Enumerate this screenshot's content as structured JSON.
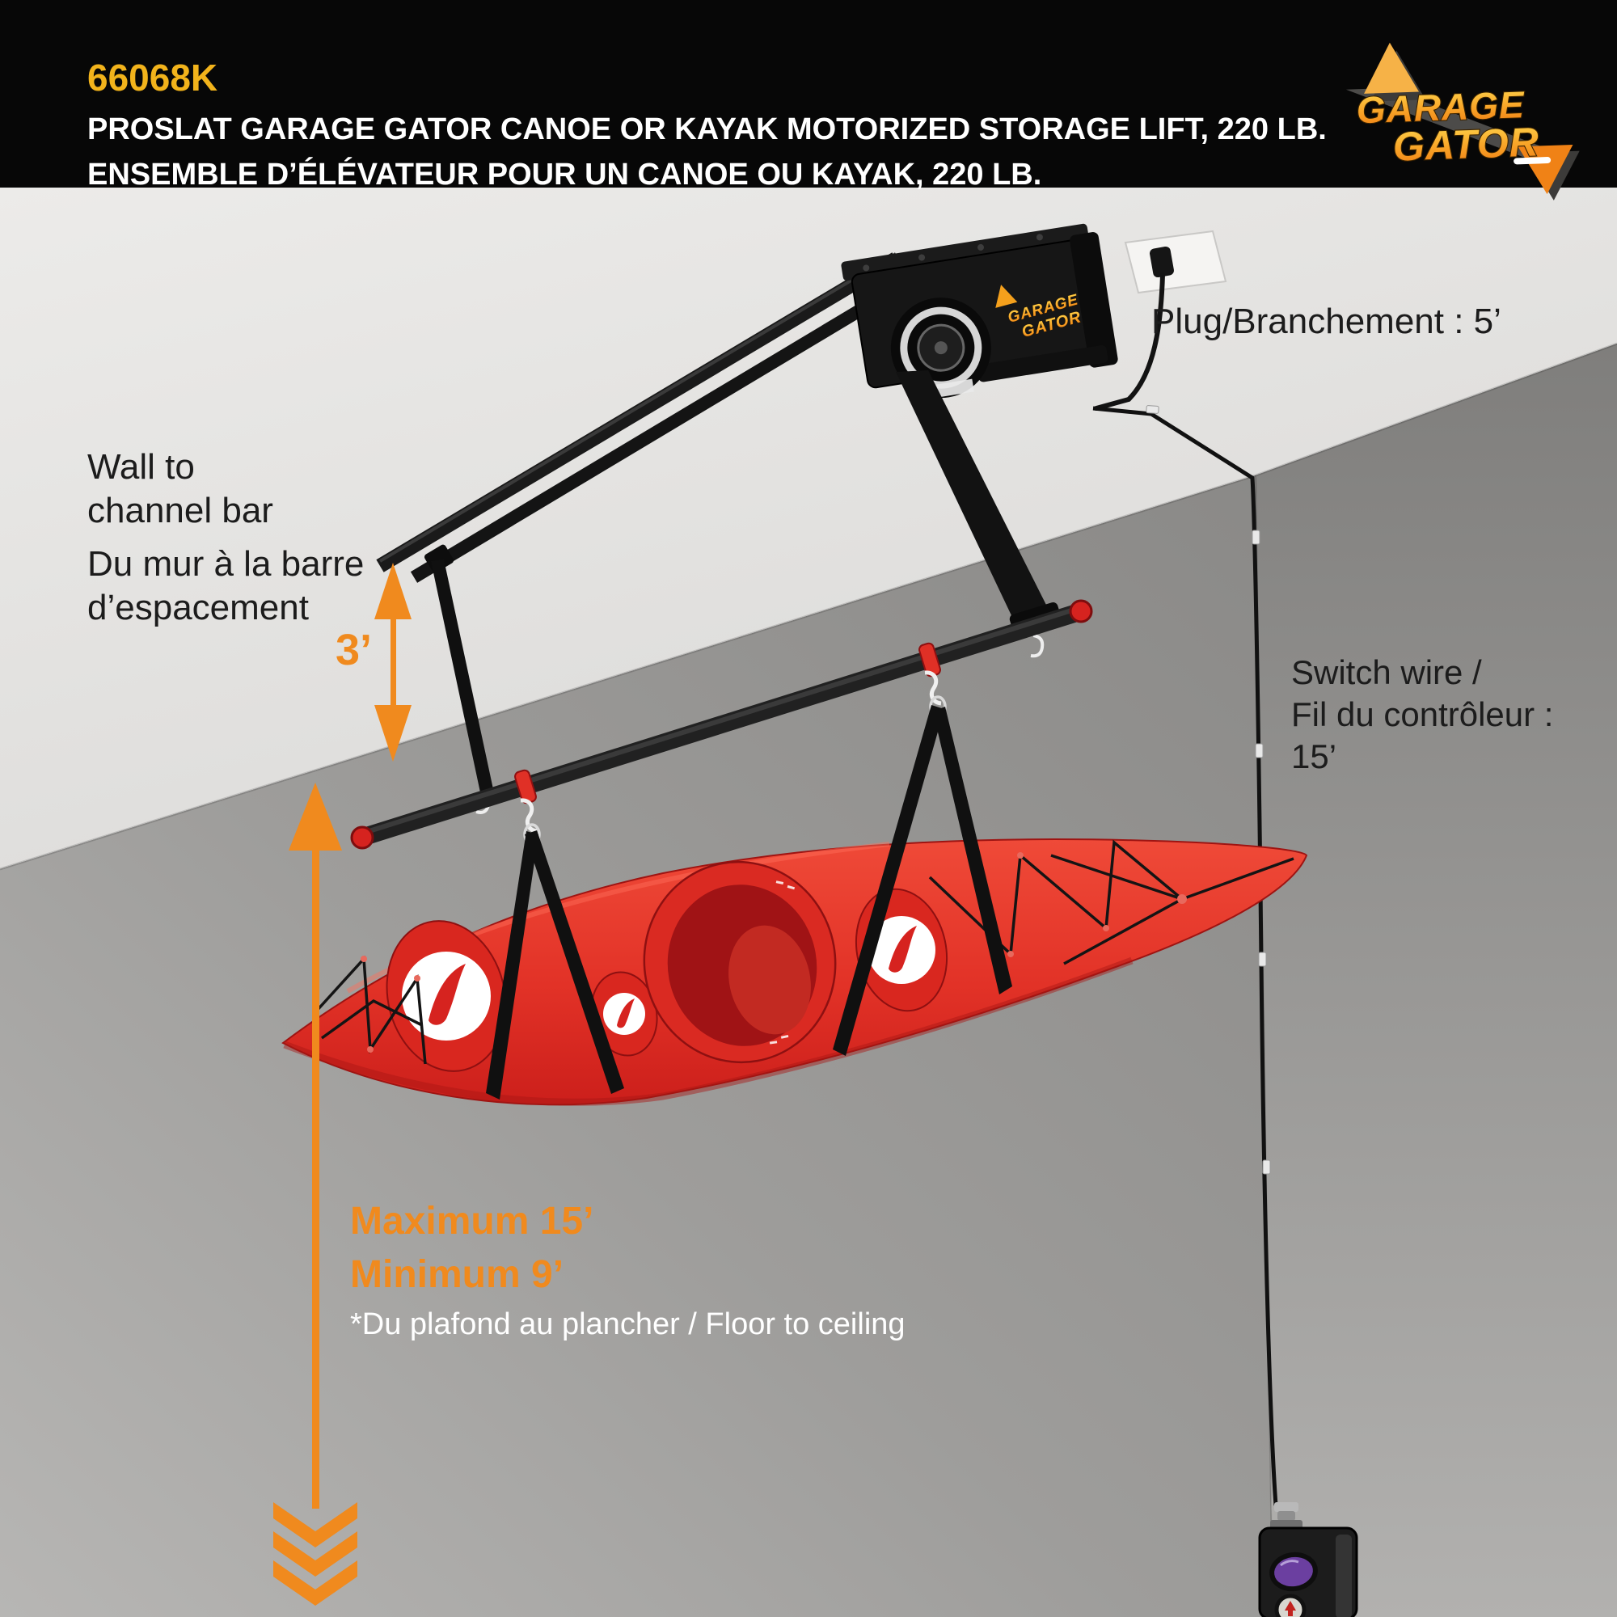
{
  "banner": {
    "code": "66068K",
    "title_en": "PROSLAT GARAGE GATOR CANOE OR KAYAK MOTORIZED STORAGE LIFT, 220 LB.",
    "title_fr": "ENSEMBLE D’ÉLÉVATEUR POUR UN CANOE OU KAYAK, 220 LB."
  },
  "logo": {
    "word1": "GARAGE",
    "word2": "GATOR"
  },
  "motor_badge": {
    "word1": "GARAGE",
    "word2": "GATOR"
  },
  "annotations": {
    "plug": "Plug/Branchement : 5’",
    "wall_en_1": "Wall to",
    "wall_en_2": "channel bar",
    "wall_fr_1": "Du mur à la barre",
    "wall_fr_2": "d’espacement",
    "distance_3ft": "3’",
    "switch_1": "Switch wire /",
    "switch_2": "Fil du contrôleur :",
    "switch_3": "15’",
    "max": "Maximum 15’",
    "min": "Minimum 9’",
    "floor_note": "*Du plafond au plancher / Floor to ceiling"
  },
  "colors": {
    "accent_orange": "#F08A1E",
    "code_yellow": "#F2B31B",
    "kayak_red": "#E23227",
    "banner_black": "#070707"
  }
}
